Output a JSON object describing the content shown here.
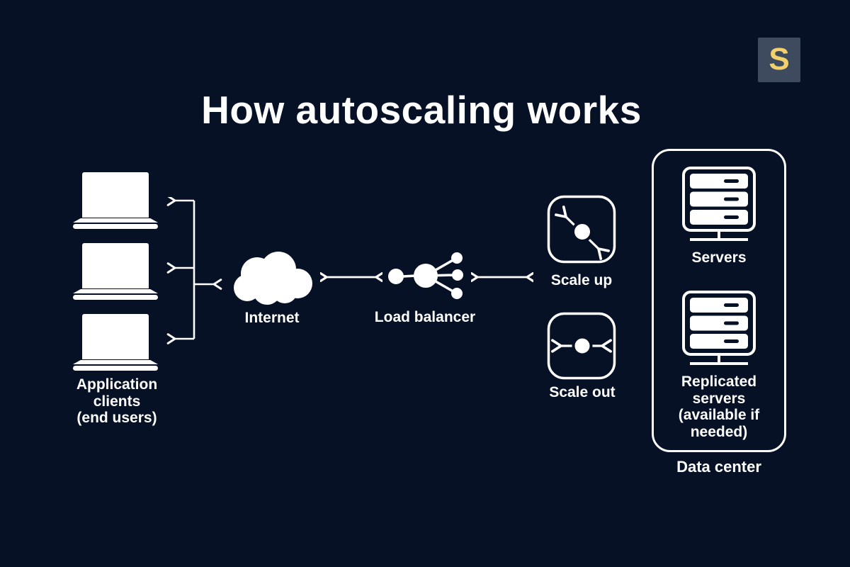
{
  "title": "How autoscaling works",
  "logo": {
    "letter": "S"
  },
  "colors": {
    "background": "#061126",
    "foreground": "#ffffff",
    "logo_bg": "#3e4a5e",
    "logo_letter": "#f2d06b"
  },
  "nodes": {
    "clients_label": "Application\nclients\n(end users)",
    "internet_label": "Internet",
    "load_balancer_label": "Load balancer",
    "scale_up_label": "Scale up",
    "scale_out_label": "Scale out",
    "servers_label": "Servers",
    "replicated_servers_label": "Replicated\nservers\n(available if\nneeded)",
    "data_center_label": "Data center"
  }
}
